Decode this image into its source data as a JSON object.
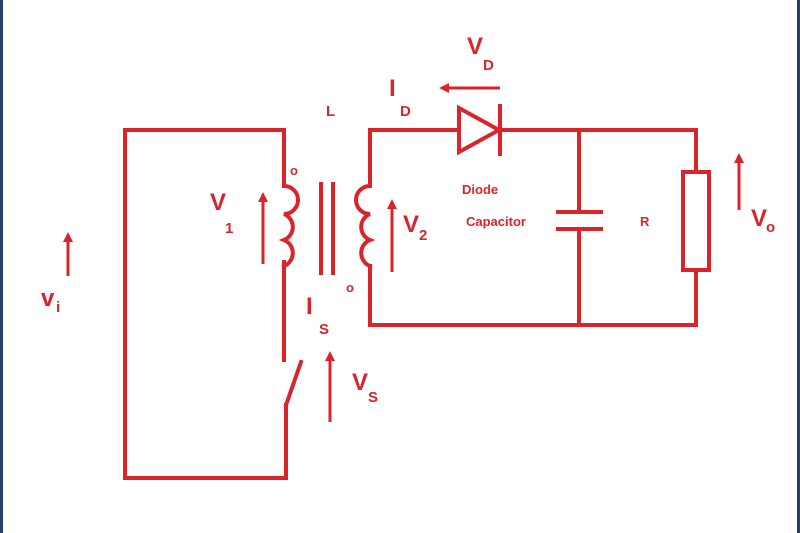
{
  "diagram": {
    "colors": {
      "ink": "#d9242b",
      "background": "#ffffff",
      "frame": "#24406e"
    },
    "labels": {
      "vi_main": "v",
      "vi_sub": "i",
      "v1_main": "V",
      "v1_sub": "1",
      "v2_main": "V",
      "v2_sub": "2",
      "l": "L",
      "id_main": "I",
      "id_sub": "D",
      "vd_main": "V",
      "vd_sub": "D",
      "diode": "Diode",
      "capacitor": "Capacitor",
      "r": "R",
      "vo_main": "V",
      "vo_sub": "o",
      "is_main": "I",
      "is_sub": "S",
      "vs_main": "V",
      "vs_sub": "S",
      "dot_primary": "o",
      "dot_secondary": "o"
    },
    "components": [
      "transformer-primary-coil",
      "transformer-secondary-coil",
      "transformer-core",
      "switch",
      "diode",
      "capacitor",
      "resistor"
    ]
  }
}
